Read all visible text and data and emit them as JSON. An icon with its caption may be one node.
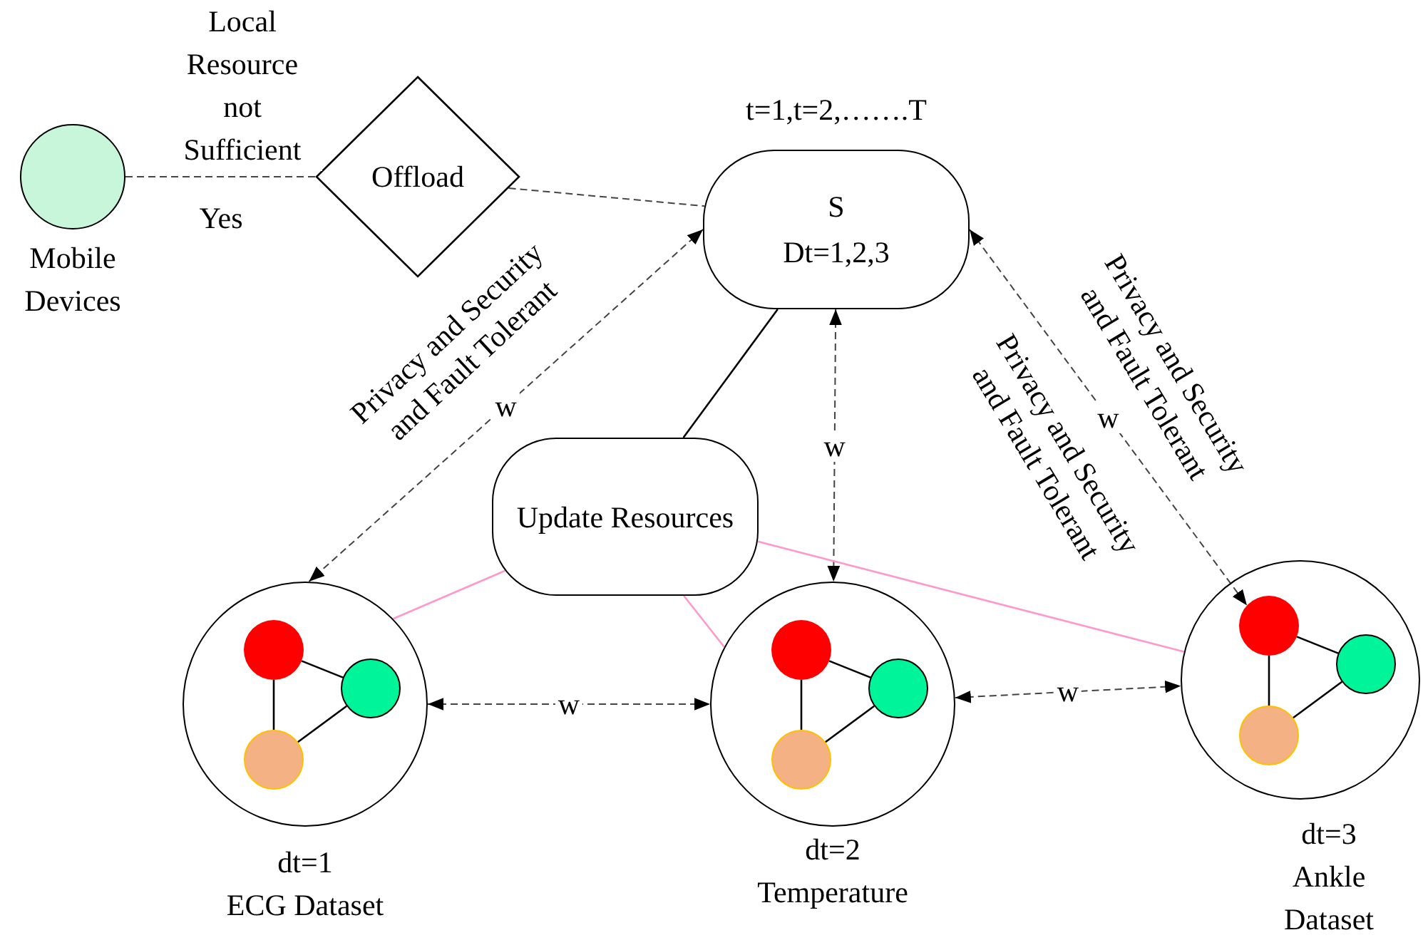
{
  "diagram": {
    "nodes": [
      {
        "text": [
          "Mobile Devices"
        ]
      },
      {
        "text": [
          "Offload"
        ]
      },
      {
        "text": [
          "S",
          "Dt=1,2,3"
        ],
        "beside": [
          "t=1,t=2,…….T"
        ]
      },
      {
        "text": [
          "Update Resources"
        ]
      },
      {
        "text": [
          "dt=1",
          "ECG Dataset"
        ]
      },
      {
        "text": [],
        "shape": "circle",
        "in": 4
      },
      {
        "text": [],
        "shape": "circle",
        "in": 4
      },
      {
        "text": [],
        "shape": "circle",
        "in": 4
      },
      {
        "text": [
          "dt=2",
          "Temperature"
        ]
      },
      {
        "text": [],
        "shape": "circle",
        "in": 8
      },
      {
        "text": [],
        "shape": "circle",
        "in": 8
      },
      {
        "text": [],
        "shape": "circle",
        "in": 8
      },
      {
        "text": [
          "dt=3",
          "Ankle Dataset"
        ]
      },
      {
        "text": [],
        "shape": "circle",
        "in": 12
      },
      {
        "text": [],
        "shape": "circle",
        "in": 12
      },
      {
        "text": [],
        "shape": "circle",
        "in": 12
      }
    ],
    "edges": [
      {
        "from": 0,
        "to": 1,
        "arrow": "none",
        "style": "dashed",
        "label": "Local Resource not Sufficient"
      },
      {
        "from": 1,
        "to": 2,
        "arrow": "none",
        "style": "dashed"
      },
      {
        "from": 2,
        "to": 3,
        "arrow": "none"
      },
      {
        "from": 2,
        "to": 4,
        "arrow": "both",
        "style": "dashed",
        "label": "w"
      },
      {
        "from": 2,
        "to": 8,
        "arrow": "both",
        "style": "dashed",
        "label": "w"
      },
      {
        "from": 2,
        "to": 13,
        "arrow": "both",
        "style": "dashed",
        "label": "w"
      },
      {
        "from": 3,
        "to": 4,
        "arrow": "none",
        "color": "#ff99cc"
      },
      {
        "from": 3,
        "to": 8,
        "arrow": "none",
        "color": "#ff99cc"
      },
      {
        "from": 3,
        "to": 12,
        "arrow": "none",
        "color": "#ff99cc"
      },
      {
        "from": 4,
        "to": 8,
        "arrow": "both",
        "style": "dashed",
        "label": "w"
      },
      {
        "from": 8,
        "to": 12,
        "arrow": "both",
        "style": "dashed",
        "label": "w"
      },
      {
        "from": 5,
        "to": 6,
        "arrow": "none"
      },
      {
        "from": 5,
        "to": 7,
        "arrow": "none"
      },
      {
        "from": 7,
        "to": 6,
        "arrow": "none"
      },
      {
        "from": 9,
        "to": 10,
        "arrow": "none"
      },
      {
        "from": 9,
        "to": 11,
        "arrow": "none"
      },
      {
        "from": 11,
        "to": 10,
        "arrow": "none"
      },
      {
        "from": 13,
        "to": 14,
        "arrow": "none"
      },
      {
        "from": 13,
        "to": 15,
        "arrow": "none"
      },
      {
        "from": 15,
        "to": 14,
        "arrow": "none"
      }
    ],
    "labels": [
      "Yes",
      "Privacy and Security and Fault Tolerant",
      "Privacy and Security and Fault Tolerant",
      "Privacy and Security and Fault Tolerant"
    ]
  }
}
